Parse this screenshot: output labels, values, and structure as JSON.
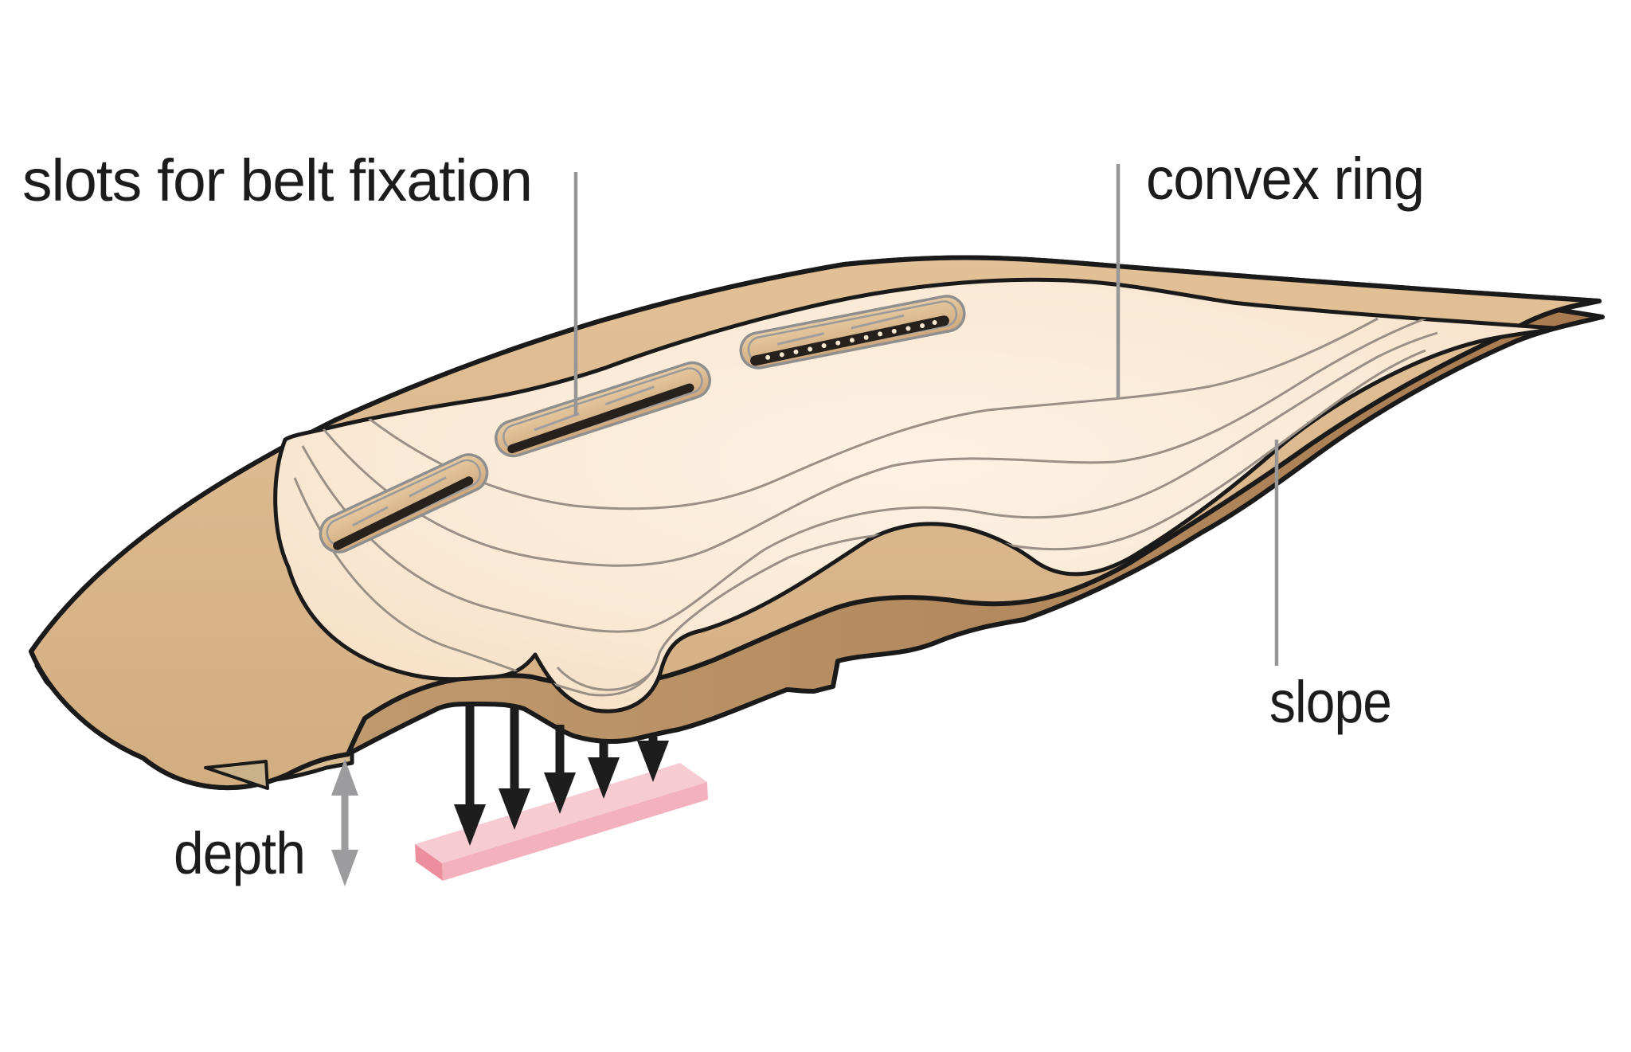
{
  "diagram": {
    "background": "#ffffff",
    "labels": {
      "belt_slots": "slots for belt fixation",
      "convex_ring": "convex ring",
      "slope": "slope",
      "depth": "depth"
    },
    "annotations": {
      "belt_slot_count": 3,
      "force_arrow_count": 5,
      "depth_arrow_style": "double-headed vertical gray arrow",
      "leader_line_style": "thin vertical gray lines"
    },
    "colors": {
      "plate_top": "#dfbd93",
      "plate_top_shadow": "#d2ad80",
      "slope_band_light": "#c6a277",
      "slope_band_dark": "#a87a50",
      "under_sheet": "#d9bb92",
      "tip_wedge": "#c9b189",
      "convex_surface_center": "#fdf2e4",
      "convex_surface_edge": "#f6ddc2",
      "outline": "#1a1a1a",
      "contour_line": "#9b9086",
      "slot_rim": "#929292",
      "slot_shadow": "#26211c",
      "leader_line": "#969696",
      "depth_arrow": "#9c9c9e",
      "force_arrow": "#1d1d1d",
      "pressure_pad_top": "#f6cbd2",
      "pressure_pad_front": "#f2b1bc",
      "pressure_pad_side": "#ec8e9e"
    }
  }
}
